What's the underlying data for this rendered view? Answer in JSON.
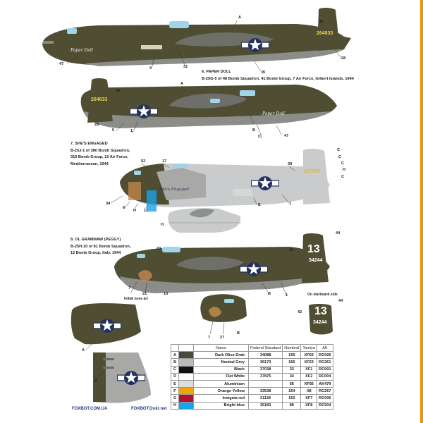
{
  "callouts": {
    "p1": [
      "A",
      "35",
      "47",
      "4",
      "31",
      "28",
      "B"
    ],
    "p2": [
      "A",
      "35",
      "28",
      "5",
      "1",
      "B",
      "C",
      "47"
    ],
    "p3": [
      "52",
      "17",
      "39",
      "C",
      "C",
      "C",
      "H",
      "C",
      "E",
      "34",
      "6",
      "H",
      "11",
      "1",
      "H"
    ],
    "p4": [
      "43",
      "44",
      "42",
      "B",
      "13",
      "7",
      "21",
      "1"
    ],
    "p5": [
      "A",
      "A",
      "7",
      "27",
      "B",
      "42",
      "44"
    ]
  },
  "serials": {
    "s1": "264833",
    "s2": "264833",
    "s3": "327559",
    "s4": "13",
    "s5": "34244",
    "s6": "13",
    "s7": "34244"
  },
  "nose_art": {
    "paper_doll": "Paper Doll",
    "shes_engaged": "She's Engaged"
  },
  "profiles": {
    "p6": {
      "title": "6. PAPER DOLL",
      "subtitle": "B-25G-5 of 48 Bomb Squadron, 41 Bomb Group, 7 Air Force, Gilbert Islands, 1944"
    },
    "p7": {
      "title": "7. SHE'S ENGAGED",
      "line1": "B-25J-1 of 380 Bomb Squadron,",
      "line2": "310 Bomb Group, 12 Air Force,",
      "line3": "Mediterranean, 1944"
    },
    "p8": {
      "title": "8. OL GRAMMAW (PEGGY)",
      "line1": "B-25H-10 of 81 Bomb Squadron,",
      "line2": "12 Bomb Group, Italy, 1944"
    }
  },
  "notes": {
    "initial_nose_art": "Initial nose art",
    "starboard": "On starboard side"
  },
  "paint_table": {
    "headers": [
      "Name",
      "Federal Standard",
      "Humbrol",
      "Tamiya",
      "AK"
    ],
    "rows": [
      {
        "key": "A",
        "name": "Dark Olive Drab",
        "fs": "34088",
        "humbrol": "155",
        "tamiya": "XF62",
        "ak": "RC026",
        "color": "#4a4a3a"
      },
      {
        "key": "B",
        "name": "Neutral Grey",
        "fs": "36173",
        "humbrol": "156",
        "tamiya": "XF53",
        "ak": "RC261",
        "color": "#b9b9b9"
      },
      {
        "key": "C",
        "name": "Black",
        "fs": "37038",
        "humbrol": "33",
        "tamiya": "XF1",
        "ak": "RC001",
        "color": "#111111"
      },
      {
        "key": "D",
        "name": "Flat White",
        "fs": "37875",
        "humbrol": "34",
        "tamiya": "XF2",
        "ak": "RC004",
        "color": "#ffffff"
      },
      {
        "key": "E",
        "name": "Aluminium",
        "fs": "",
        "humbrol": "56",
        "tamiya": "XF56",
        "ak": "AK479",
        "color": "#dcdcdc"
      },
      {
        "key": "F",
        "name": "Orange Yellow",
        "fs": "33538",
        "humbrol": "154",
        "tamiya": "X8",
        "ak": "RC267",
        "color": "#f2a400"
      },
      {
        "key": "G",
        "name": "Insignia red",
        "fs": "31136",
        "humbrol": "153",
        "tamiya": "XF7",
        "ak": "RC006",
        "color": "#b3122e"
      },
      {
        "key": "H",
        "name": "Bright blue",
        "fs": "35183",
        "humbrol": "89",
        "tamiya": "XF8",
        "ak": "RC504",
        "color": "#1aa3e6"
      }
    ]
  },
  "footer": {
    "site": "FOXBOT.COM.UA",
    "email": "FOXBOT@ukr.net"
  },
  "colors": {
    "olive_drab": "#4f4e33",
    "neutral_grey": "#a8a9a6",
    "aluminium": "#c9cbcc",
    "insignia_blue": "#24305e",
    "accent_orange": "#f29400",
    "canopy_blue": "#9fd4ea"
  }
}
